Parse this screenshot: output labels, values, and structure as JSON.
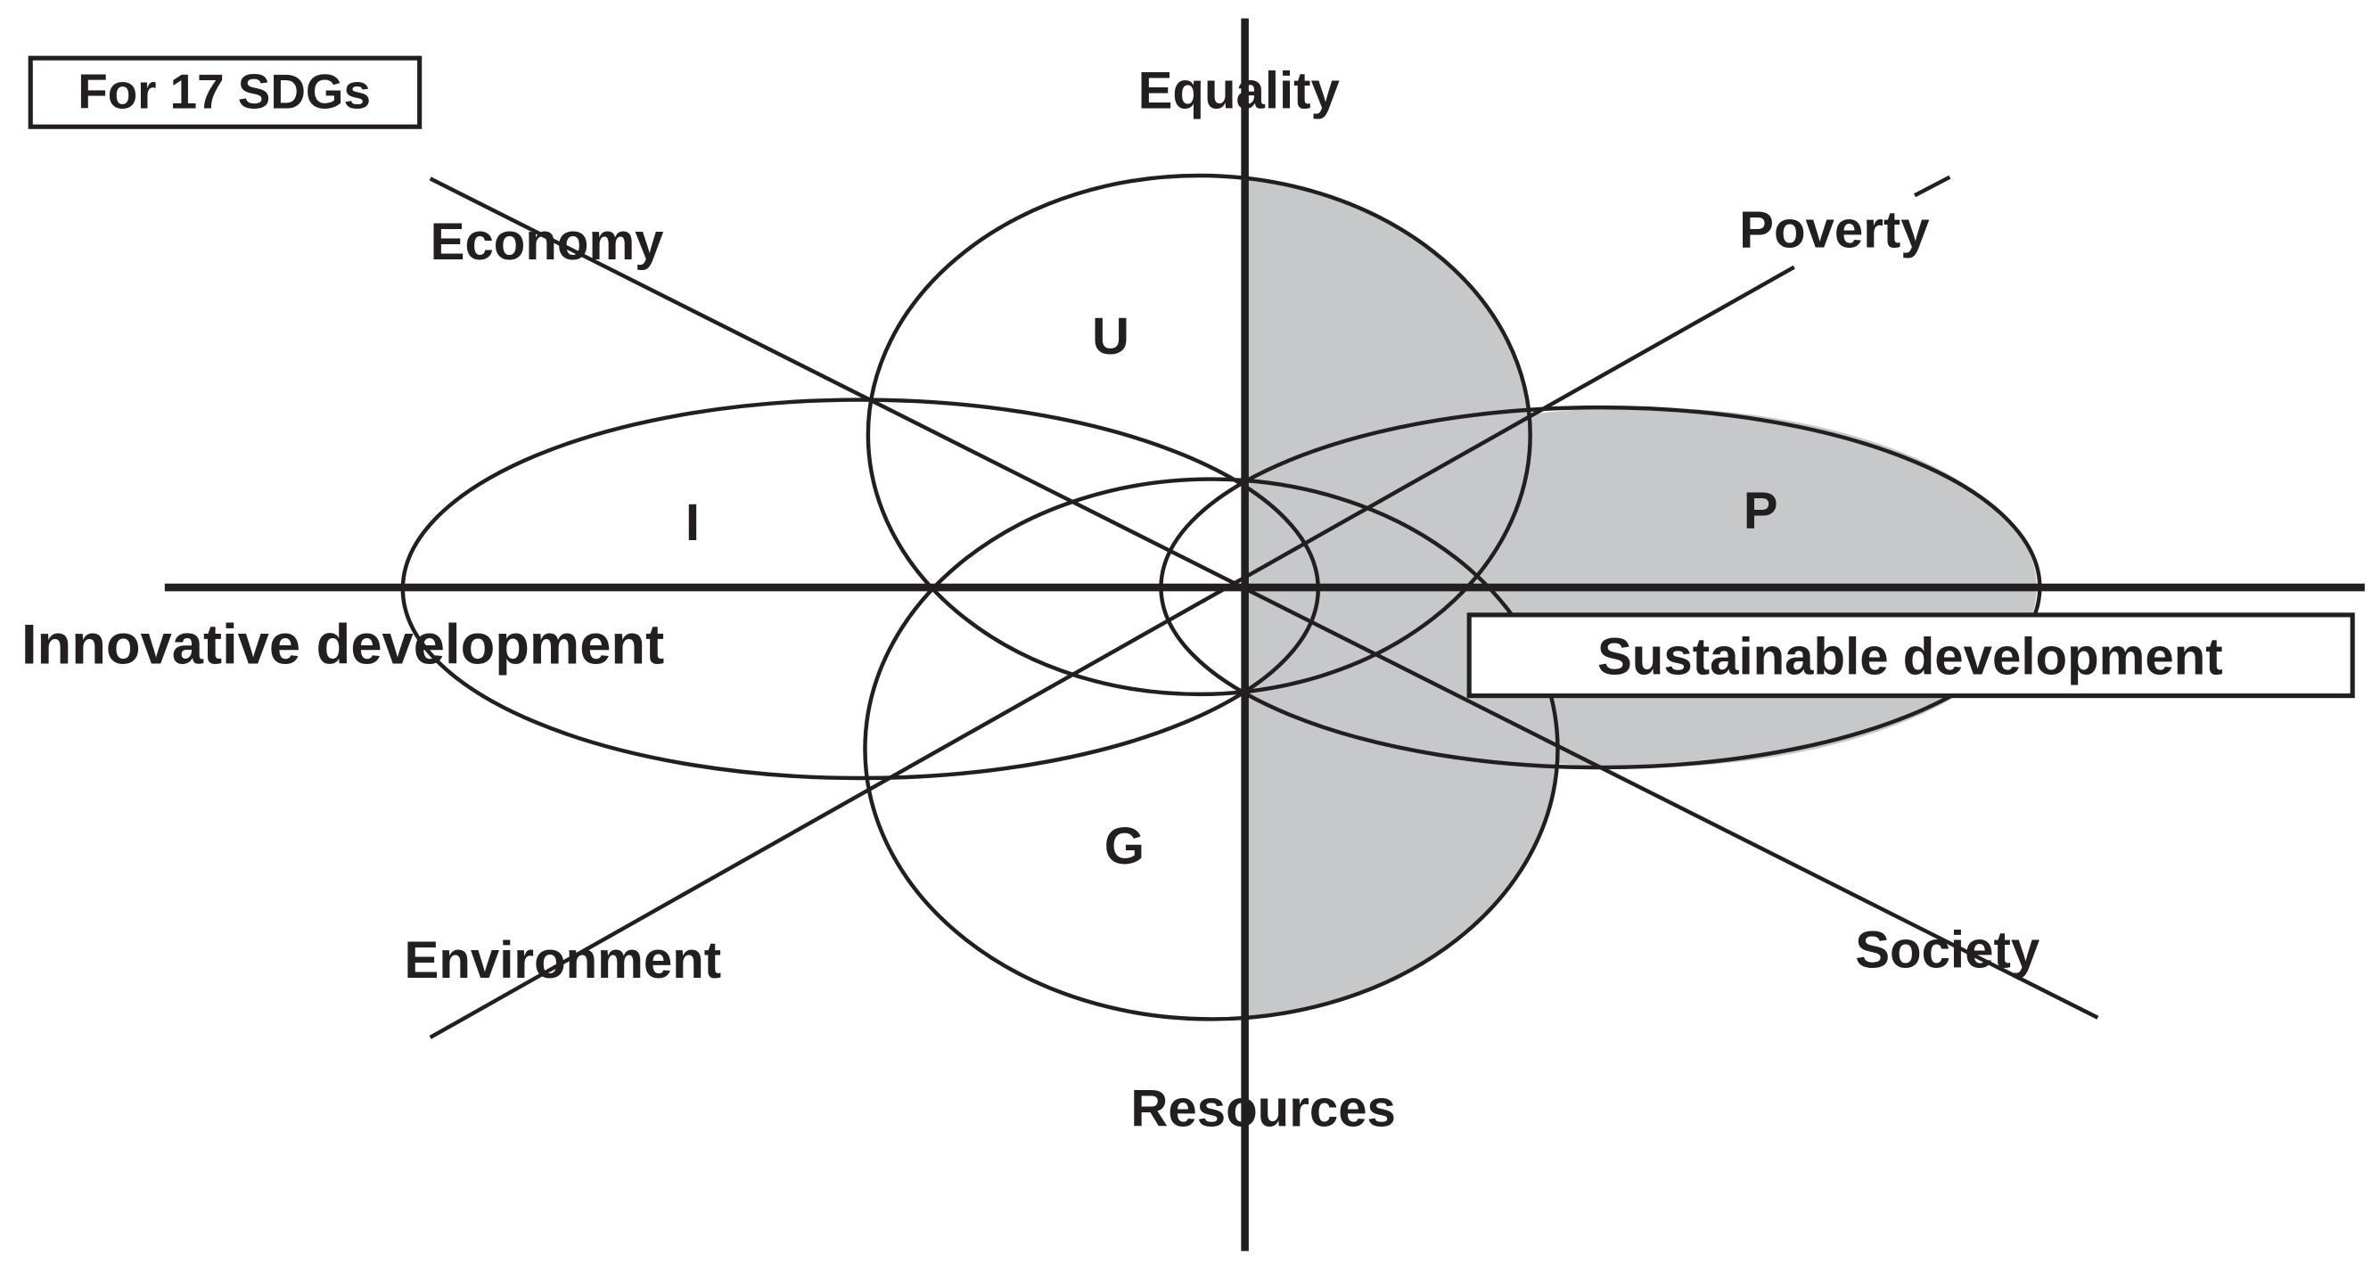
{
  "diagram": {
    "corner_label": "For 17 SDGs",
    "axes": {
      "top": "Equality",
      "bottom": "Resources",
      "left": "Innovative development",
      "right": "Sustainable development",
      "upper_left": "Economy",
      "upper_right": "Poverty",
      "lower_left": "Environment",
      "lower_right": "Society"
    },
    "regions": {
      "u": "U",
      "i": "I",
      "p": "P",
      "g": "G"
    },
    "colors": {
      "line": "#231f20",
      "shade": "#c7c8ca",
      "background": "#ffffff"
    }
  }
}
